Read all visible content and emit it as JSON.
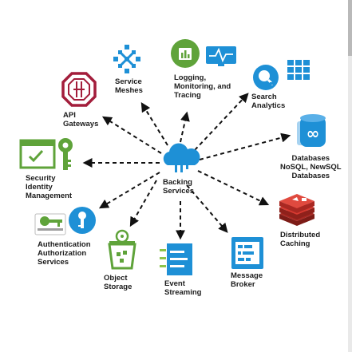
{
  "center": {
    "label": "Backing\nServices",
    "icon": "cloud-icon"
  },
  "nodes": [
    {
      "id": "service-meshes",
      "label": "Service\nMeshes",
      "icon": "service-mesh-icon"
    },
    {
      "id": "logging",
      "label": "Logging,\nMonitoring, and\nTracing",
      "icon": "monitoring-icon"
    },
    {
      "id": "search",
      "label": "Search\nAnalytics",
      "icon": "search-analytics-icon"
    },
    {
      "id": "databases",
      "label": "Databases\nNoSQL, NewSQL\nDatabases",
      "icon": "database-icon"
    },
    {
      "id": "caching",
      "label": "Distributed\nCaching",
      "icon": "redis-icon"
    },
    {
      "id": "broker",
      "label": "Message\nBroker",
      "icon": "message-broker-icon"
    },
    {
      "id": "streaming",
      "label": "Event\nStreaming",
      "icon": "event-streaming-icon"
    },
    {
      "id": "storage",
      "label": "Object\nStorage",
      "icon": "object-storage-icon"
    },
    {
      "id": "authn",
      "label": "Authentication\nAuthorization\nServices",
      "icon": "key-auth-icon"
    },
    {
      "id": "security",
      "label": "Security\nIdentity\nManagement",
      "icon": "certificate-key-icon"
    },
    {
      "id": "gateways",
      "label": "API\nGateways",
      "icon": "api-gateway-icon"
    }
  ],
  "colors": {
    "arrow": "#111111",
    "azure_blue": "#1e90d6",
    "green": "#5fa33a",
    "redis_red": "#c8312a",
    "crimson": "#a31d3b"
  }
}
